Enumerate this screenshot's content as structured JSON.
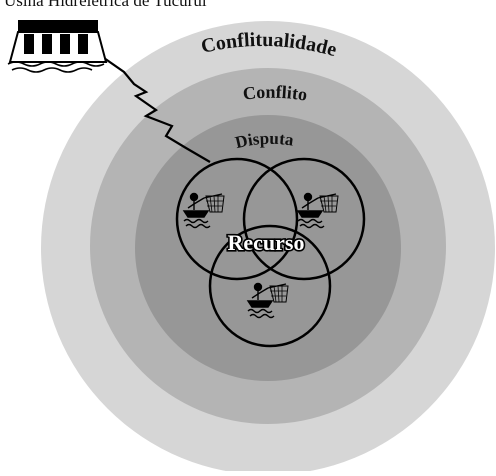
{
  "title": "Usina Hidrelétrica de Tucuruí",
  "rings": [
    {
      "label": "Conflitualidade",
      "color": "#d6d6d6"
    },
    {
      "label": "Conflito",
      "color": "#b4b4b4"
    },
    {
      "label": "Disputa",
      "color": "#979797"
    }
  ],
  "center_label": "Recurso",
  "icons": {
    "dam": "hydroelectric-dam-icon",
    "fisher": "fisherman-in-boat-icon",
    "lightning": "lightning-bolt-icon"
  }
}
